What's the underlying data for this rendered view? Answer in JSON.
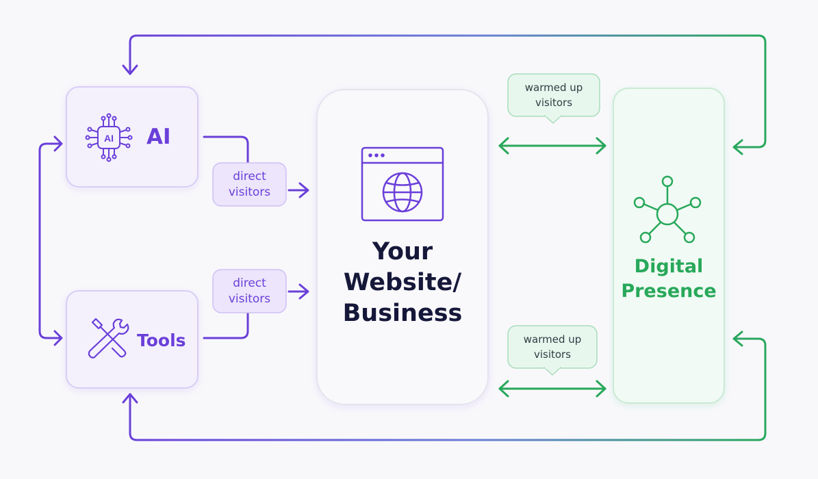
{
  "nodes": {
    "ai": {
      "label": "AI",
      "chip_text": "AI"
    },
    "tools": {
      "label": "Tools"
    },
    "website": {
      "label": "Your\nWebsite/\nBusiness"
    },
    "digital": {
      "label": "Digital\nPresence"
    }
  },
  "edges": {
    "ai_to_website": "direct\nvisitors",
    "tools_to_website": "direct\nvisitors",
    "digital_website_top": "warmed up\nvisitors",
    "digital_website_bottom": "warmed up\nvisitors"
  },
  "colors": {
    "purple": "#6a3fd9",
    "green": "#28a85a",
    "dark_text": "#16183a"
  },
  "icons": {
    "ai": "ai-chip-icon",
    "tools": "wrench-screwdriver-icon",
    "website": "browser-globe-icon",
    "digital": "network-hub-icon"
  }
}
